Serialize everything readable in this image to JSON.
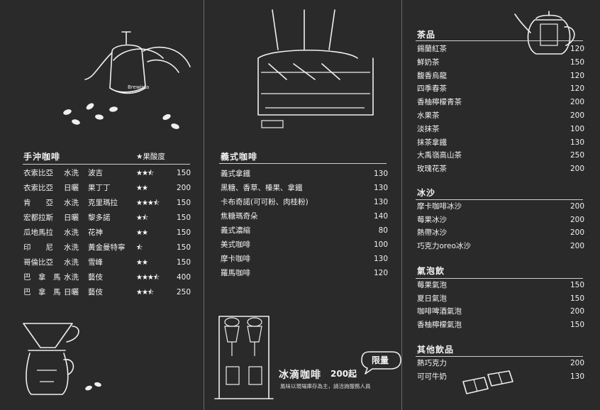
{
  "pour_over": {
    "title": "手沖咖啡",
    "acidity_label": "★果酸度",
    "items": [
      {
        "origin": "衣索比亞",
        "process": "水洗",
        "name": "波吉",
        "stars": "★★⯪",
        "price": "150"
      },
      {
        "origin": "衣索比亞",
        "process": "日曬",
        "name": "果丁丁",
        "stars": "★★",
        "price": "200"
      },
      {
        "origin": "肯　　亞",
        "process": "水洗",
        "name": "克里瑪拉",
        "stars": "★★★⯪",
        "price": "150"
      },
      {
        "origin": "宏都拉斯",
        "process": "日曬",
        "name": "黎多諾",
        "stars": "★⯪",
        "price": "150"
      },
      {
        "origin": "瓜地馬拉",
        "process": "水洗",
        "name": "花神",
        "stars": "★★",
        "price": "150"
      },
      {
        "origin": "印　　尼",
        "process": "水洗",
        "name": "黃金曼特寧",
        "stars": "⯪",
        "price": "150"
      },
      {
        "origin": "哥倫比亞",
        "process": "水洗",
        "name": "雪峰",
        "stars": "★★",
        "price": "150"
      },
      {
        "origin": "巴　拿　馬",
        "process": "水洗",
        "name": "藝伎",
        "stars": "★★★⯪",
        "price": "400"
      },
      {
        "origin": "巴　拿　馬",
        "process": "日曬",
        "name": "藝伎",
        "stars": "★★⯪",
        "price": "250"
      }
    ]
  },
  "espresso": {
    "title": "義式咖啡",
    "items": [
      {
        "name": "義式拿鐵",
        "price": "130"
      },
      {
        "name": "黑糖、香草、榛果、拿鐵",
        "price": "130"
      },
      {
        "name": "卡布奇諾(可可粉、肉桂粉)",
        "price": "130"
      },
      {
        "name": "焦糖瑪奇朵",
        "price": "140"
      },
      {
        "name": "義式濃縮",
        "price": "80"
      },
      {
        "name": "美式咖啡",
        "price": "100"
      },
      {
        "name": "摩卡咖啡",
        "price": "130"
      },
      {
        "name": "羅馬咖啡",
        "price": "120"
      }
    ]
  },
  "cold_drip": {
    "title": "冰滴咖啡",
    "price_text": "200起",
    "badge": "限量",
    "note": "風味以現場庫存為主，請洽詢服務人員"
  },
  "tea": {
    "title": "茶品",
    "items": [
      {
        "name": "錫蘭紅茶",
        "price": "120"
      },
      {
        "name": "鮮奶茶",
        "price": "150"
      },
      {
        "name": "馥香烏龍",
        "price": "120"
      },
      {
        "name": "四季春茶",
        "price": "120"
      },
      {
        "name": "香柚檸檬青茶",
        "price": "200"
      },
      {
        "name": "水果茶",
        "price": "200"
      },
      {
        "name": "淡抹茶",
        "price": "100"
      },
      {
        "name": "抹茶拿鐵",
        "price": "130"
      },
      {
        "name": "大禹嶺高山茶",
        "price": "250"
      },
      {
        "name": "玫瑰花茶",
        "price": "200"
      }
    ]
  },
  "ice": {
    "title": "冰沙",
    "items": [
      {
        "name": "摩卡咖啡冰沙",
        "price": "200"
      },
      {
        "name": "莓果冰沙",
        "price": "200"
      },
      {
        "name": "熱帶冰沙",
        "price": "200"
      },
      {
        "name": "巧克力oreo冰沙",
        "price": "200"
      }
    ]
  },
  "soda": {
    "title": "氣泡飲",
    "items": [
      {
        "name": "莓果氣泡",
        "price": "150"
      },
      {
        "name": "夏日氣泡",
        "price": "150"
      },
      {
        "name": "咖啡啤酒氣泡",
        "price": "200"
      },
      {
        "name": "香柚檸檬氣泡",
        "price": "150"
      }
    ]
  },
  "other": {
    "title": "其他飲品",
    "items": [
      {
        "name": "熱巧克力",
        "price": "200"
      },
      {
        "name": "可可牛奶",
        "price": "130"
      }
    ]
  },
  "kettle_brand": "Brewista",
  "icons": [
    "kettle-icon",
    "coffee-bean-icon",
    "espresso-machine-icon",
    "cold-drip-tower-icon",
    "pour-over-dripper-icon",
    "teapot-icon",
    "chocolate-bar-icon"
  ],
  "colors": {
    "background": "#2a2a2a",
    "line": "#efefef",
    "divider": "#6a6a6a"
  }
}
